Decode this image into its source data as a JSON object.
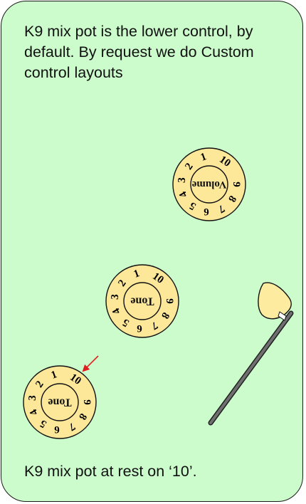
{
  "top_caption": "K9 mix pot is the lower control, by default. By request we do Custom control layouts",
  "bottom_caption": "K9 mix pot at rest on ‘10’.",
  "knobs": [
    {
      "name": "volume-knob",
      "label": "Volume",
      "numbers": [
        "1",
        "2",
        "3",
        "4",
        "5",
        "6",
        "7",
        "8",
        "9",
        "10"
      ]
    },
    {
      "name": "tone-knob-middle",
      "label": "Tone",
      "numbers": [
        "1",
        "2",
        "3",
        "4",
        "5",
        "6",
        "7",
        "8",
        "9",
        "10"
      ]
    },
    {
      "name": "tone-knob-mix",
      "label": "Tone",
      "numbers": [
        "1",
        "2",
        "3",
        "4",
        "5",
        "6",
        "7",
        "8",
        "9",
        "10"
      ]
    }
  ],
  "icons": {
    "arrow": "red-arrow-icon",
    "switch": "pickup-selector-switch-icon"
  },
  "colors": {
    "background": "#ccfccc",
    "knob_fill": "#fde89a",
    "arrow": "#e02020",
    "switch_lever": "#707070",
    "switch_tip": "#fdeca0"
  }
}
